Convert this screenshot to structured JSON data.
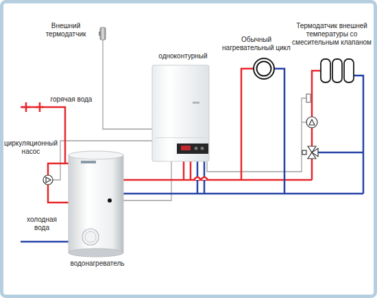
{
  "diagram": {
    "labels": [
      "Внешний термодатчик",
      "одноконтурный",
      "Обычный нагревательный цикл",
      "Термодатчик внешней температуры со смесительным клапаном",
      "горячая вода",
      "циркуляционный насос",
      "холодная вода",
      "водонагреватель"
    ]
  }
}
